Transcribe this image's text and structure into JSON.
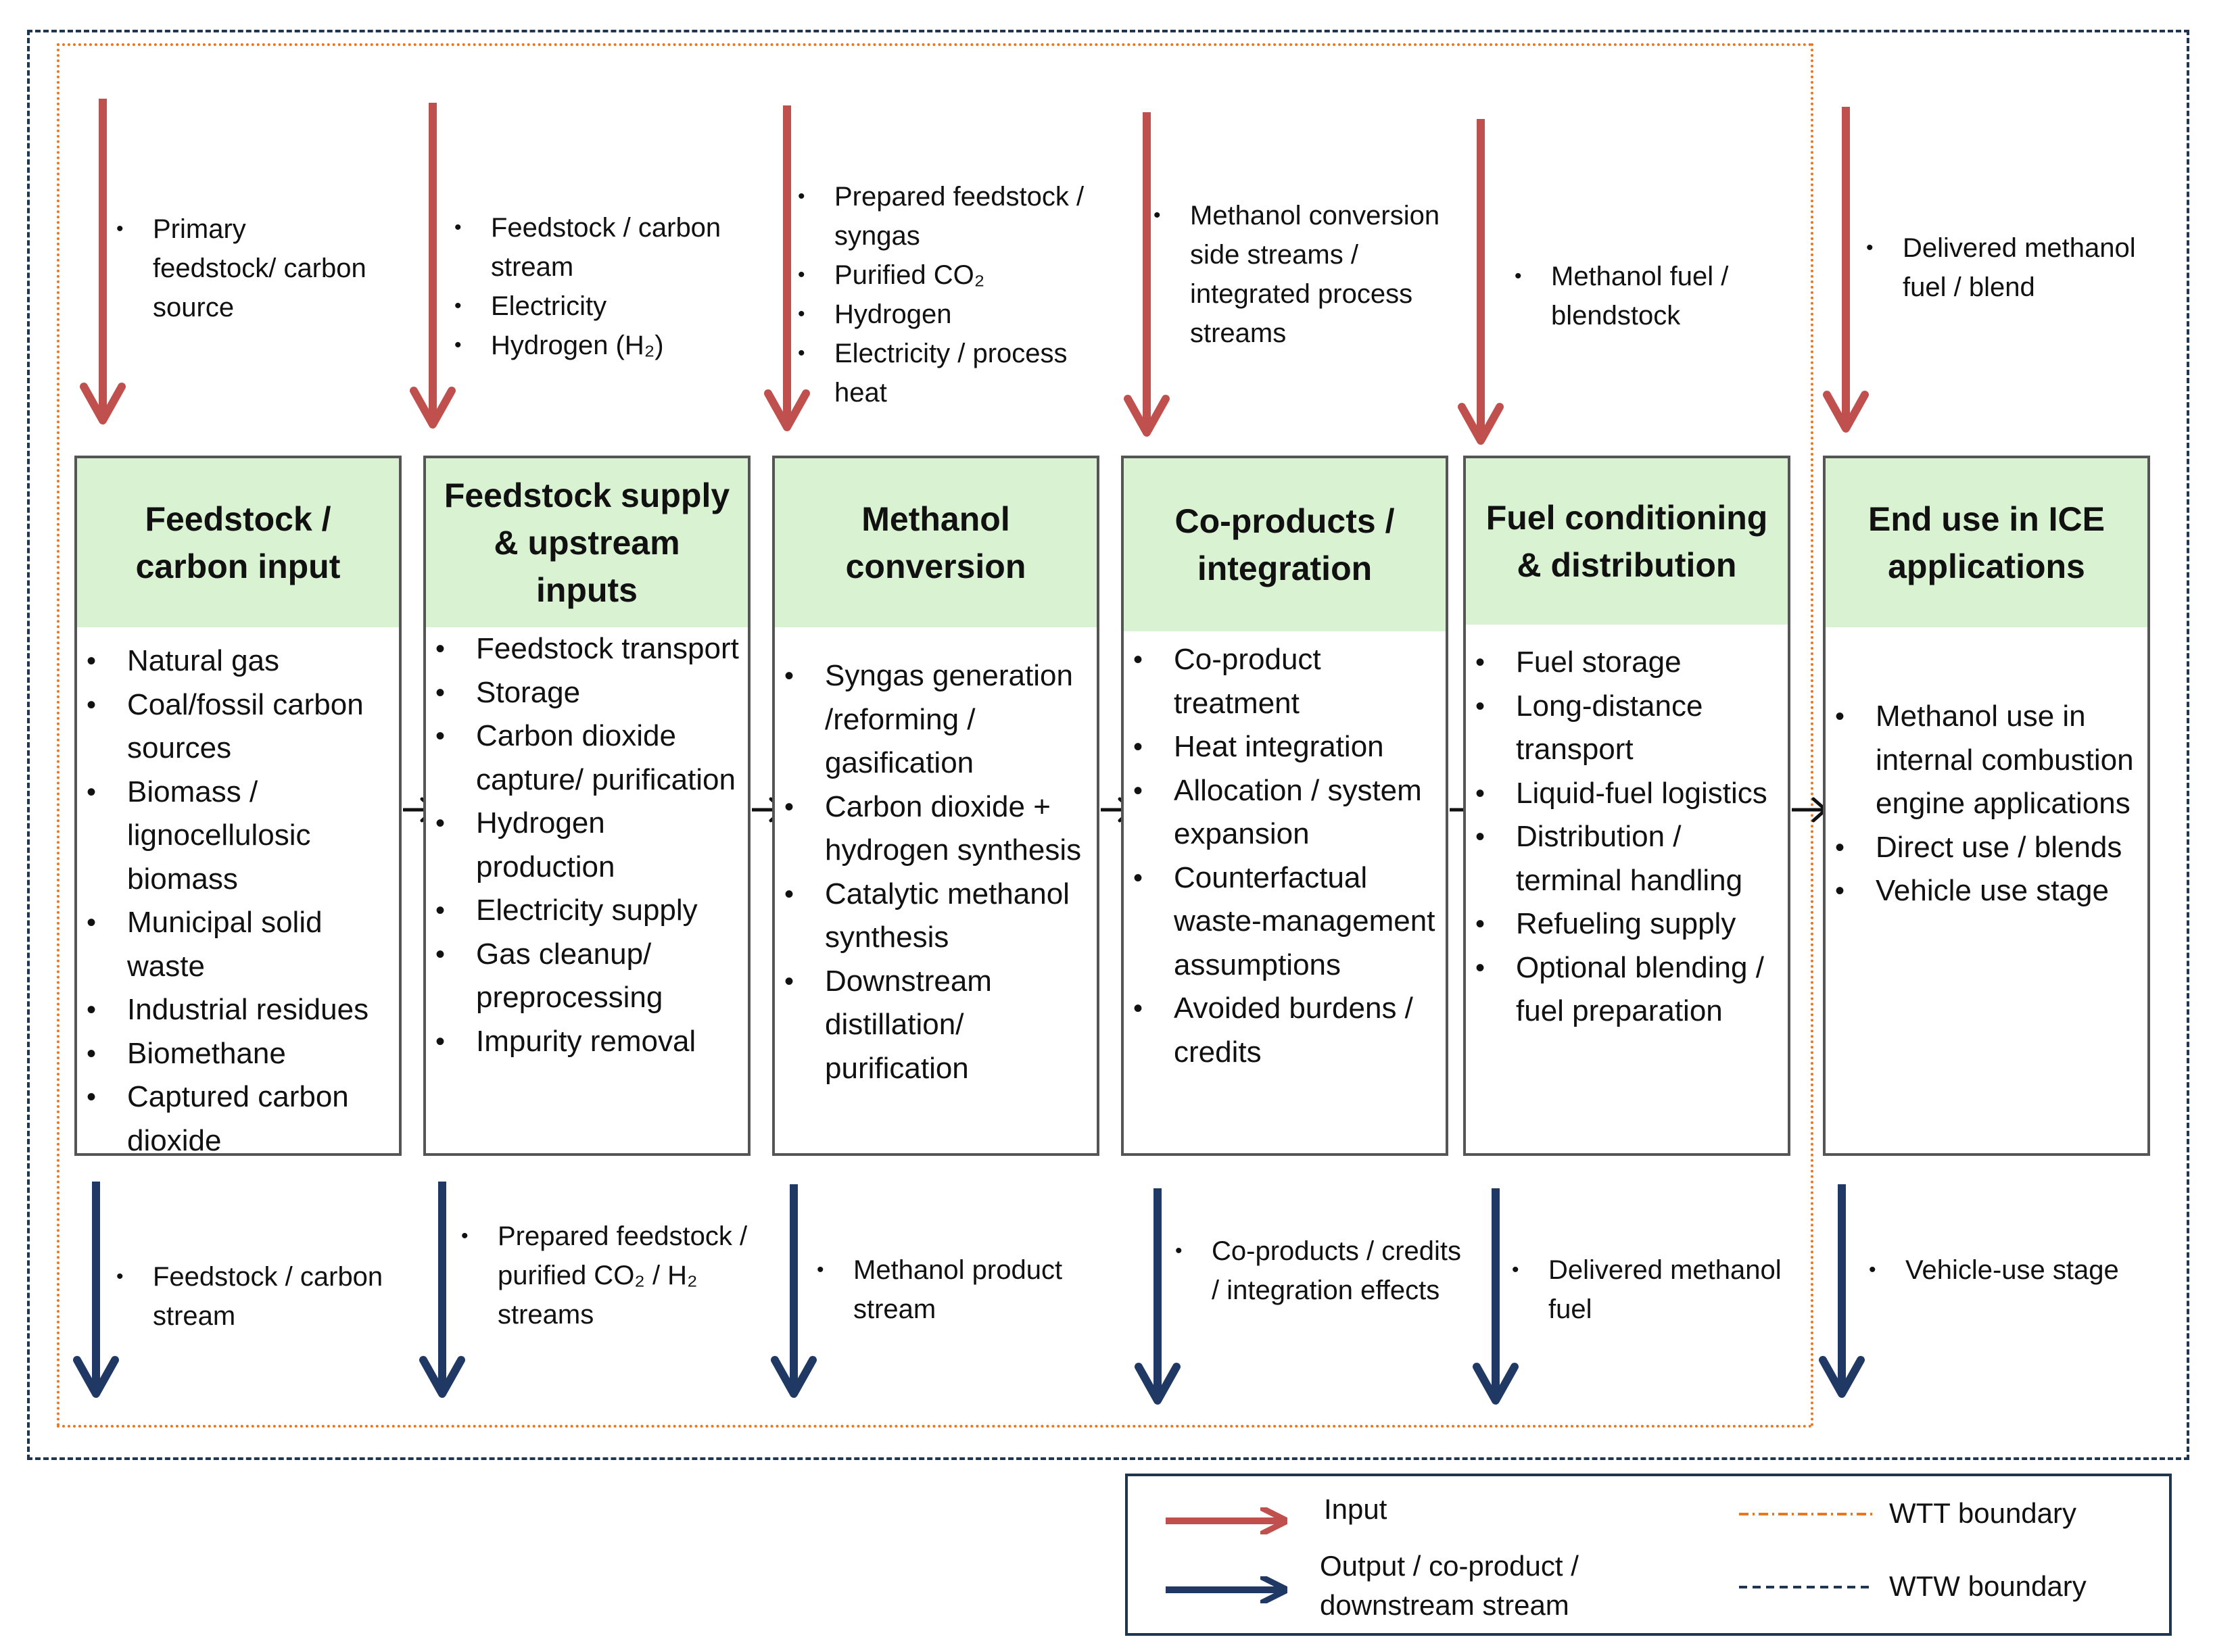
{
  "colors": {
    "input_arrow": "#c0504d",
    "output_arrow": "#1f3864",
    "stage_header_fill": "#d9f2d2",
    "wtt_boundary": "#e87722",
    "wtw_boundary": "#1f3550"
  },
  "stages": [
    {
      "title_lines": [
        "Feedstock /",
        "carbon input"
      ],
      "input_items": [
        "Primary feedstock/ carbon source"
      ],
      "body_items": [
        "Natural gas",
        " Coal/fossil carbon sources",
        "Biomass / lignocellulosic biomass",
        "Municipal solid waste",
        "Industrial residues",
        "Biomethane",
        "Captured carbon dioxide"
      ],
      "output_items": [
        "Feedstock / carbon stream"
      ]
    },
    {
      "title_lines": [
        "Feedstock supply",
        "& upstream",
        "inputs"
      ],
      "input_items": [
        "Feedstock / carbon stream",
        "Electricity",
        "Hydrogen (H₂)"
      ],
      "body_items": [
        "Feedstock transport",
        "Storage",
        "Carbon dioxide capture/ purification",
        "Hydrogen production",
        "Electricity supply",
        "Gas cleanup/ preprocessing",
        "Impurity removal"
      ],
      "output_items": [
        "Prepared feedstock / purified CO₂ / H₂ streams"
      ]
    },
    {
      "title_lines": [
        "Methanol",
        "conversion"
      ],
      "input_items": [
        "Prepared feedstock / syngas",
        "Purified CO₂",
        "Hydrogen",
        "Electricity / process heat"
      ],
      "body_items": [
        "Syngas generation /reforming / gasification",
        "Carbon dioxide + hydrogen synthesis",
        "Catalytic methanol synthesis",
        "Downstream distillation/ purification"
      ],
      "output_items": [
        "Methanol product stream"
      ]
    },
    {
      "title_lines": [
        "Co-products /",
        "integration"
      ],
      "input_items": [
        "Methanol conversion side streams / integrated process streams"
      ],
      "body_items": [
        "Co-product treatment",
        "Heat integration",
        "Allocation / system expansion",
        "Counterfactual waste-management assumptions",
        "Avoided burdens / credits"
      ],
      "output_items": [
        "Co-products / credits / integration effects"
      ]
    },
    {
      "title_lines": [
        "Fuel conditioning",
        "& distribution"
      ],
      "input_items": [
        "Methanol fuel / blendstock"
      ],
      "body_items": [
        "Fuel storage",
        "Long-distance transport",
        "Liquid-fuel logistics",
        "Distribution / terminal handling",
        "Refueling supply",
        "Optional blending / fuel preparation"
      ],
      "output_items": [
        "Delivered methanol fuel"
      ]
    },
    {
      "title_lines": [
        "End use in ICE",
        "applications"
      ],
      "input_items": [
        "Delivered methanol fuel / blend"
      ],
      "body_items": [
        "Methanol use in internal combustion engine applications",
        "Direct use / blends",
        "Vehicle use stage"
      ],
      "output_items": [
        "Vehicle-use stage"
      ]
    }
  ],
  "legend": {
    "input_label": "Input",
    "output_label": "Output / co-product / downstream stream",
    "wtt_label": "WTT boundary",
    "wtw_label": "WTW boundary"
  }
}
